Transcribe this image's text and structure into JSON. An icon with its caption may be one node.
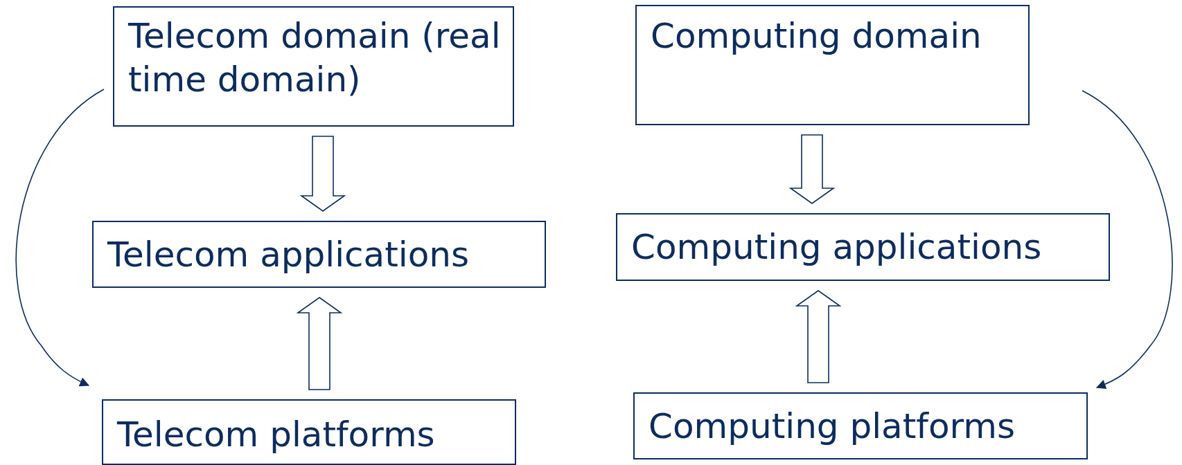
{
  "diagram": {
    "nodes": [
      {
        "text": [
          "Telecom domain (real time domain)"
        ]
      },
      {
        "text": [
          "Computing domain"
        ]
      },
      {
        "text": [
          "Telecom applications"
        ]
      },
      {
        "text": [
          "Computing applications"
        ]
      },
      {
        "text": [
          "Telecom platforms"
        ]
      },
      {
        "text": [
          "Computing platforms"
        ]
      }
    ],
    "edges": [
      {
        "from": 0,
        "to": 2,
        "arrow": "to",
        "style": "thick"
      },
      {
        "from": 4,
        "to": 2,
        "arrow": "to",
        "style": "thick"
      },
      {
        "from": 1,
        "to": 3,
        "arrow": "to",
        "style": "thick"
      },
      {
        "from": 5,
        "to": 3,
        "arrow": "to",
        "style": "thick"
      },
      {
        "from": 0,
        "to": 4,
        "arrow": "to"
      },
      {
        "from": 1,
        "to": 5,
        "arrow": "to"
      }
    ]
  }
}
